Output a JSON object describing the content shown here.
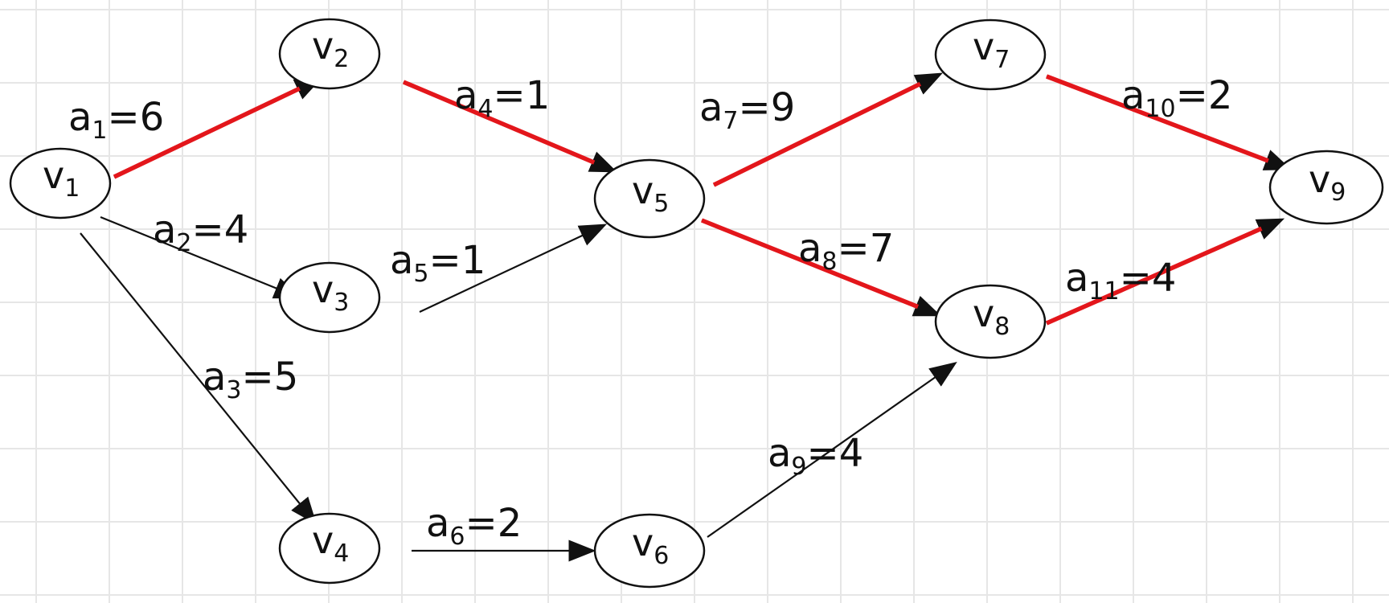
{
  "colors": {
    "critical": "#e3161b",
    "normal": "#111111"
  },
  "nodes": [
    {
      "id": "v1",
      "base": "v",
      "sub": "1"
    },
    {
      "id": "v2",
      "base": "v",
      "sub": "2"
    },
    {
      "id": "v3",
      "base": "v",
      "sub": "3"
    },
    {
      "id": "v4",
      "base": "v",
      "sub": "4"
    },
    {
      "id": "v5",
      "base": "v",
      "sub": "5"
    },
    {
      "id": "v6",
      "base": "v",
      "sub": "6"
    },
    {
      "id": "v7",
      "base": "v",
      "sub": "7"
    },
    {
      "id": "v8",
      "base": "v",
      "sub": "8"
    },
    {
      "id": "v9",
      "base": "v",
      "sub": "9"
    }
  ],
  "edges": [
    {
      "id": "a1",
      "from": "v1",
      "to": "v2",
      "name": "a",
      "sub": "1",
      "value": "=6",
      "critical": true
    },
    {
      "id": "a2",
      "from": "v1",
      "to": "v3",
      "name": "a",
      "sub": "2",
      "value": "=4",
      "critical": false
    },
    {
      "id": "a3",
      "from": "v1",
      "to": "v4",
      "name": "a",
      "sub": "3",
      "value": "=5",
      "critical": false
    },
    {
      "id": "a4",
      "from": "v2",
      "to": "v5",
      "name": "a",
      "sub": "4",
      "value": "=1",
      "critical": true
    },
    {
      "id": "a5",
      "from": "v3",
      "to": "v5",
      "name": "a",
      "sub": "5",
      "value": "=1",
      "critical": false
    },
    {
      "id": "a6",
      "from": "v4",
      "to": "v6",
      "name": "a",
      "sub": "6",
      "value": "=2",
      "critical": false
    },
    {
      "id": "a7",
      "from": "v5",
      "to": "v7",
      "name": "a",
      "sub": "7",
      "value": "=9",
      "critical": true
    },
    {
      "id": "a8",
      "from": "v5",
      "to": "v8",
      "name": "a",
      "sub": "8",
      "value": "=7",
      "critical": true
    },
    {
      "id": "a9",
      "from": "v6",
      "to": "v8",
      "name": "a",
      "sub": "9",
      "value": "=4",
      "critical": false
    },
    {
      "id": "a10",
      "from": "v7",
      "to": "v9",
      "name": "a",
      "sub": "10",
      "value": "=2",
      "critical": true
    },
    {
      "id": "a11",
      "from": "v8",
      "to": "v9",
      "name": "a",
      "sub": "11",
      "value": "=4",
      "critical": true
    }
  ]
}
